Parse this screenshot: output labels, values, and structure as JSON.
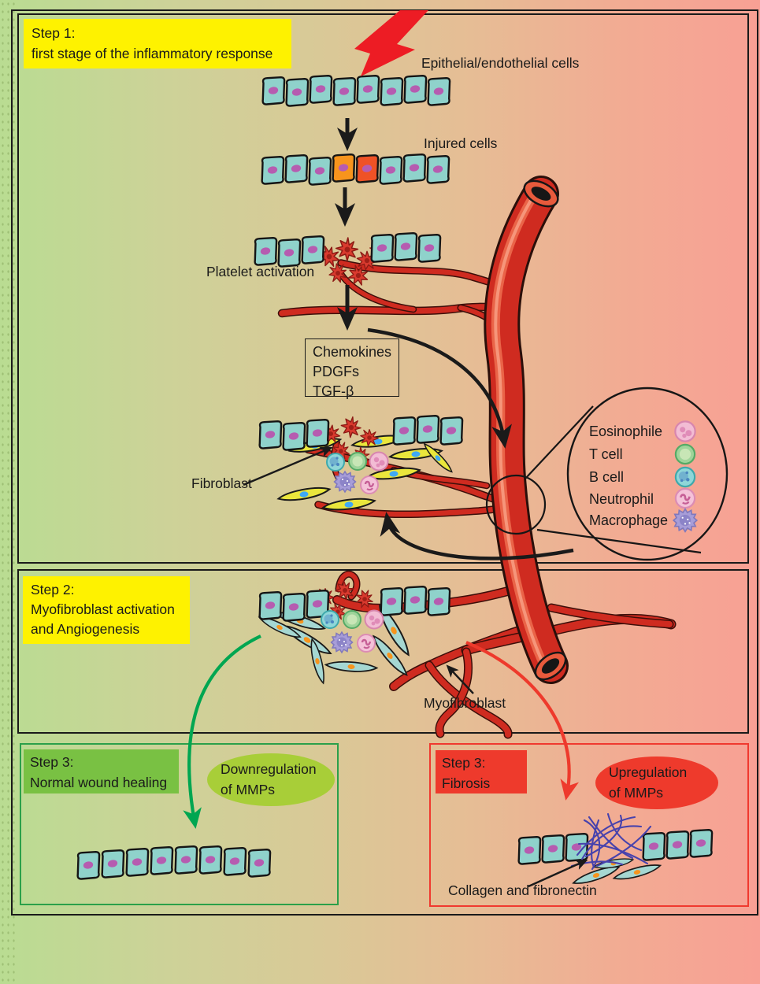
{
  "step1": {
    "title": "Step 1:",
    "subtitle": "first stage of the inflammatory response"
  },
  "step2": {
    "title": "Step 2:",
    "line1": "Myofibroblast activation",
    "line2": "and Angiogenesis"
  },
  "step3_left": {
    "title": "Step 3:",
    "subtitle": "Normal wound healing",
    "ellipse_line1": "Downregulation",
    "ellipse_line2": "of MMPs"
  },
  "step3_right": {
    "title": "Step 3:",
    "subtitle": "Fibrosis",
    "ellipse_line1": "Upregulation",
    "ellipse_line2": "of MMPs"
  },
  "labels": {
    "epithelial": "Epithelial/endothelial cells",
    "injured": "Injured cells",
    "platelet_activation": "Platelet activation",
    "fibroblast": "Fibroblast",
    "myofibroblast": "Myofibroblast",
    "collagen": "Collagen and fibronectin"
  },
  "mediators": {
    "lines": [
      "Chemokines",
      "PDGFs",
      "TGF-β"
    ]
  },
  "legend": {
    "items": [
      {
        "label": "Eosinophile",
        "color": "#f2bcd4"
      },
      {
        "label": "T cell",
        "color": "#9fd49a"
      },
      {
        "label": "B cell",
        "color": "#8fd6d8"
      },
      {
        "label": "Neutrophil",
        "color": "#f4c2d8"
      },
      {
        "label": "Macrophage",
        "color": "#a79dd8"
      }
    ]
  },
  "colors": {
    "background_left": "#b9dc92",
    "background_right": "#f8a094",
    "highlight_yellow": "#fef200",
    "step3_green_box": "#79c143",
    "green_ellipse": "#a8ce38",
    "green_arrow": "#00a651",
    "step3_red": "#ee3a2c",
    "vessel_red": "#cf2b20",
    "capillary_red": "#c1272d",
    "cell_teal": "#8fd2cb",
    "cell_nucleus_purple": "#b65cb0",
    "injured_orange": "#f7941d",
    "injured_red": "#ef5226",
    "fibroblast_yellow": "#eae63c",
    "fibroblast_nucleus_blue": "#3fa9f5",
    "myofibroblast_teal": "#a5d7d2",
    "myofibroblast_nucleus_orange": "#f7941d",
    "collagen_blue": "#4742ad",
    "lightning_red": "#ed1c24"
  }
}
